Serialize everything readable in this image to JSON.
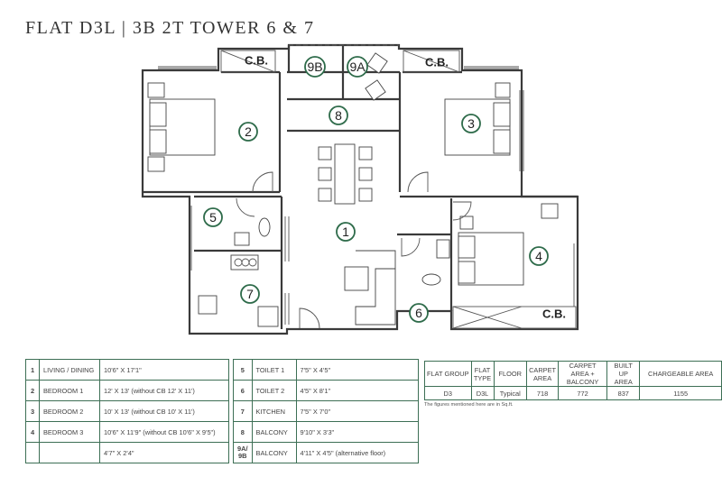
{
  "title": "FLAT D3L | 3B 2T TOWER 6 & 7",
  "plan": {
    "labels": {
      "cb_left": "C.B.",
      "cb_right": "C.B.",
      "cb_bottom": "C.B.",
      "r9b": "9B",
      "r9a": "9A",
      "r8": "8",
      "r2": "2",
      "r3": "3",
      "r1": "1",
      "r5": "5",
      "r4": "4",
      "r7": "7",
      "r6": "6"
    }
  },
  "rooms_left": [
    {
      "num": "1",
      "name": "LIVING / DINING",
      "size": "10'6\" X 17'1\""
    },
    {
      "num": "2",
      "name": "BEDROOM 1",
      "size": "12' X 13' (without CB 12' X 11')"
    },
    {
      "num": "3",
      "name": "BEDROOM 2",
      "size": "10' X 13' (without CB 10' X 11')"
    },
    {
      "num": "4",
      "name": "BEDROOM 3",
      "size": "10'6\" X 11'9\" (without CB 10'6\" X 9'5\")"
    },
    {
      "num": "",
      "name": "",
      "size": "4'7\" X 2'4\""
    }
  ],
  "rooms_right": [
    {
      "num": "5",
      "name": "TOILET 1",
      "size": "7'5\" X 4'5\""
    },
    {
      "num": "6",
      "name": "TOILET 2",
      "size": "4'5\" X 8'1\""
    },
    {
      "num": "7",
      "name": "KITCHEN",
      "size": "7'5\" X 7'0\""
    },
    {
      "num": "8",
      "name": "BALCONY",
      "size": "9'10\" X 3'3\""
    },
    {
      "num": "9A/ 9B",
      "name": "BALCONY",
      "size": "4'11\" X 4'5\" (alternative floor)"
    }
  ],
  "area_table": {
    "headers": [
      "FLAT GROUP",
      "FLAT TYPE",
      "FLOOR",
      "CARPET AREA",
      "CARPET AREA + BALCONY",
      "BUILT UP AREA",
      "CHARGEABLE AREA"
    ],
    "row": [
      "D3",
      "D3L",
      "Typical",
      "718",
      "772",
      "837",
      "1155"
    ]
  },
  "note": "The figures mentioned here are in Sq.ft."
}
